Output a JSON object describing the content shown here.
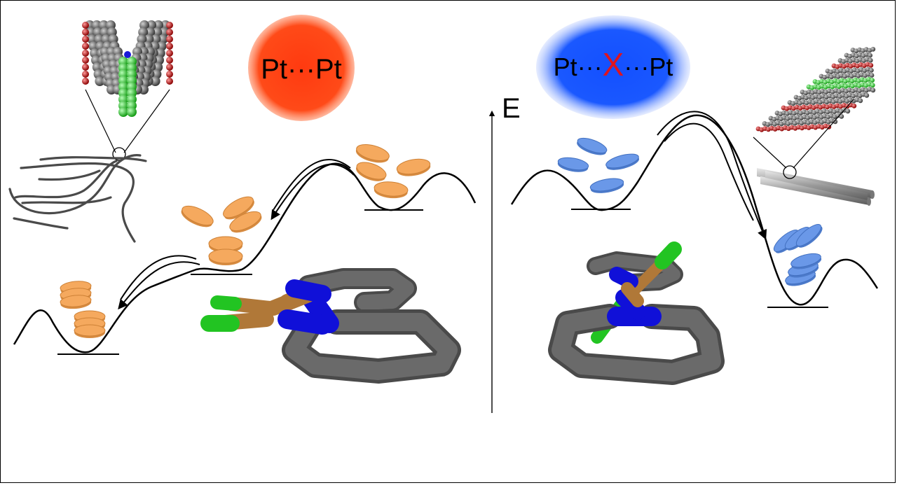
{
  "left_panel": {
    "interaction_part1": "Pt",
    "interaction_dots": "···",
    "interaction_part2": "Pt",
    "glow_color": "#ff3a10",
    "disk_color": "#f5a95e"
  },
  "right_panel": {
    "interaction_part1": "Pt",
    "interaction_dots_left": "···",
    "blocked_mark": "X",
    "interaction_dots_right": "···",
    "interaction_part2": "Pt",
    "glow_color": "#1450ff",
    "disk_color": "#6a98e8",
    "blocked_color": "#e0141e"
  },
  "axis": {
    "label": "E"
  },
  "molecule_colors": {
    "carbon": "#5a5a5a",
    "nitrogen": "#1010d8",
    "platinum": "#b07838",
    "chlorine": "#22c422"
  }
}
